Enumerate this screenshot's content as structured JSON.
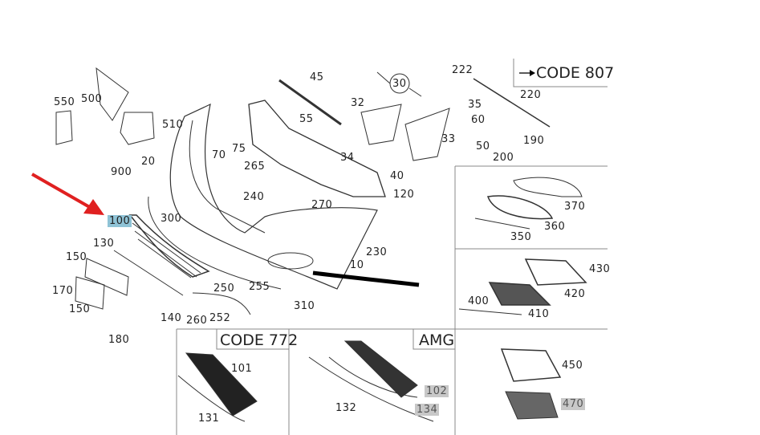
{
  "labels": {
    "p550": "550",
    "p500": "500",
    "p510": "510",
    "p900": "900",
    "p20": "20",
    "p100": "100",
    "p300": "300",
    "p130": "130",
    "p150a": "150",
    "p170": "170",
    "p150b": "150",
    "p140": "140",
    "p260": "260",
    "p252": "252",
    "p250": "250",
    "p255": "255",
    "p310": "310",
    "p180": "180",
    "p70": "70",
    "p75": "75",
    "p265": "265",
    "p240": "240",
    "p270": "270",
    "p45": "45",
    "p55": "55",
    "p32": "32",
    "p34": "34",
    "p30": "30",
    "p35": "35",
    "p60": "60",
    "p33": "33",
    "p50": "50",
    "p190": "190",
    "p200": "200",
    "p222": "222",
    "p220": "220",
    "p40": "40",
    "p120": "120",
    "p230": "230",
    "p10": "10",
    "p370": "370",
    "p360": "360",
    "p350": "350",
    "p430": "430",
    "p420": "420",
    "p400": "400",
    "p410": "410",
    "p450": "450",
    "p470": "470",
    "p101": "101",
    "p131": "131",
    "p132": "132",
    "p102": "102",
    "p134": "134"
  },
  "boxes": {
    "code807": "CODE 807",
    "code772": "CODE 772",
    "amg": "AMG"
  },
  "colors": {
    "highlight": "#8fc3d6",
    "arrow": "#e02020"
  }
}
